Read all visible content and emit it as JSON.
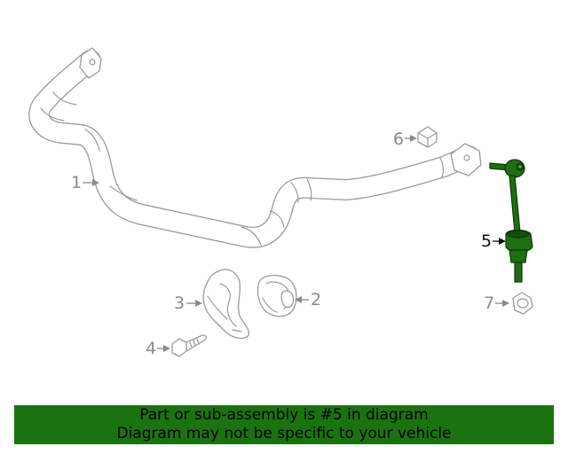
{
  "callouts": {
    "c1": "1",
    "c2": "2",
    "c3": "3",
    "c4": "4",
    "c5": "5",
    "c6": "6",
    "c7": "7"
  },
  "banner": {
    "line1": "Part or sub-assembly is #5 in diagram",
    "line2": "Diagram may not be specific to your vehicle"
  },
  "colors": {
    "highlight": "#1e6e12",
    "banner_bg": "#1a7310",
    "part_stroke": "#9a9a9a",
    "callout_gray": "#8a8a8a"
  }
}
